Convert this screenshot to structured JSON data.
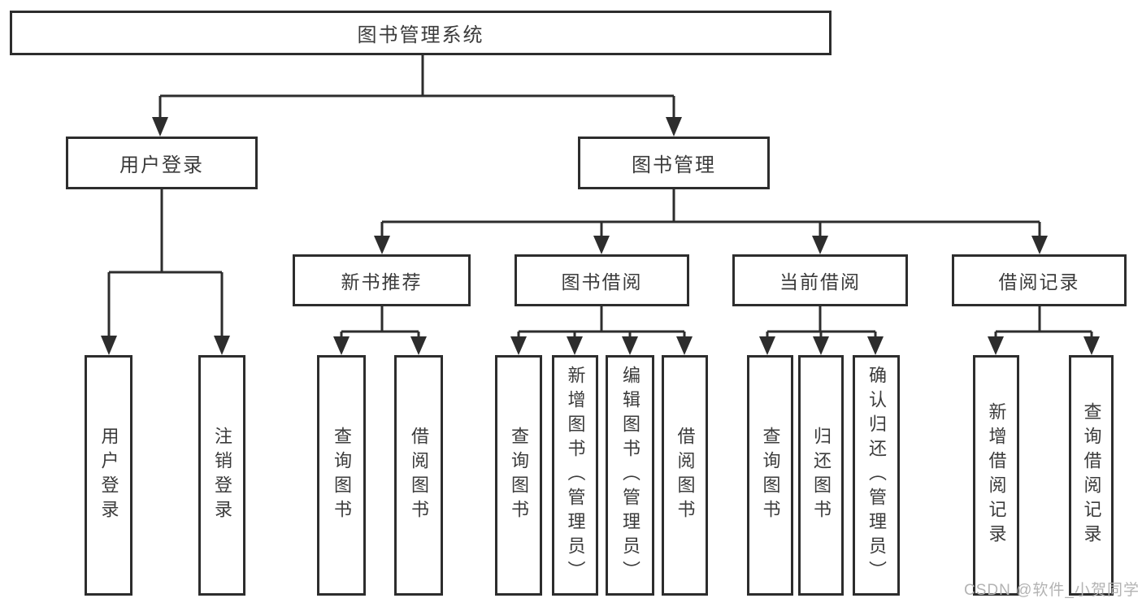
{
  "diagram": {
    "root": {
      "label": "图书管理系统"
    },
    "branches": [
      {
        "label": "用户登录",
        "leaves": [
          {
            "label": "用户登录"
          },
          {
            "label": "注销登录"
          }
        ]
      },
      {
        "label": "图书管理",
        "groups": [
          {
            "label": "新书推荐",
            "leaves": [
              {
                "label": "查询图书"
              },
              {
                "label": "借阅图书"
              }
            ]
          },
          {
            "label": "图书借阅",
            "leaves": [
              {
                "label": "查询图书"
              },
              {
                "label": "新增图书（管理员）"
              },
              {
                "label": "编辑图书（管理员）"
              },
              {
                "label": "借阅图书"
              }
            ]
          },
          {
            "label": "当前借阅",
            "leaves": [
              {
                "label": "查询图书"
              },
              {
                "label": "归还图书"
              },
              {
                "label": "确认归还（管理员）"
              }
            ]
          },
          {
            "label": "借阅记录",
            "leaves": [
              {
                "label": "新增借阅记录"
              },
              {
                "label": "查询借阅记录"
              }
            ]
          }
        ]
      }
    ]
  },
  "watermark": {
    "text": "CSDN @软件_小贺同学"
  },
  "colors": {
    "line": "#2d2d2d",
    "text": "#3b3b3b",
    "background": "#ffffff",
    "watermark": "#b3b3b3"
  }
}
